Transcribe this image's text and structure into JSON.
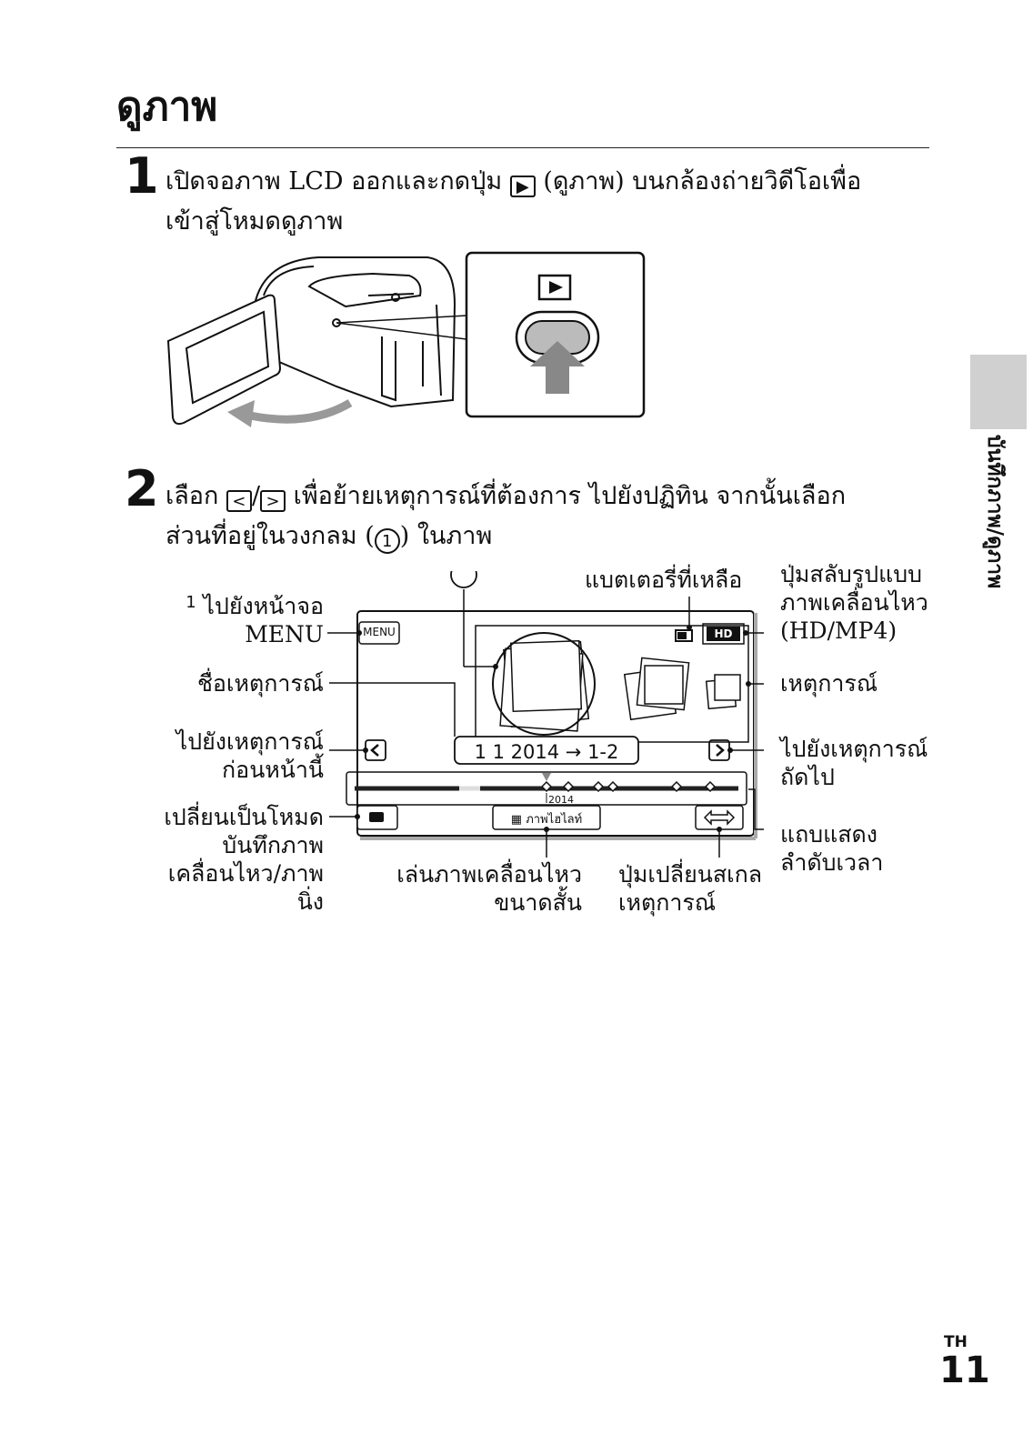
{
  "page": {
    "title": "ดูภาพ",
    "side_tab": "บันทึกภาพ/ดูภาพ",
    "page_code": "TH",
    "page_number": "11"
  },
  "step1": {
    "number": "1",
    "text_before": "เปิดจอภาพ LCD ออกและกดปุ่ม",
    "text_after": "(ดูภาพ) บนกล้องถ่ายวิดีโอเพื่อ",
    "line2": "เข้าสู่โหมดดูภาพ"
  },
  "step2": {
    "number": "2",
    "text_select": "เลือก",
    "text_mid": "เพื่อย้ายเหตุการณ์ที่ต้องการ ไปยังปฏิทิน จากนั้นเลือก",
    "line2_before": "ส่วนที่อยู่ในวงกลม (",
    "circle_num": "1",
    "line2_after": ") ในภาพ"
  },
  "screen": {
    "menu_button": "MENU",
    "date_range": "1 1 2014 → 1-2",
    "timeline_year": "2014",
    "highlight_button": "ภาพไฮไลท์",
    "hd_icon": "HD",
    "circle_marker": "1"
  },
  "labels": {
    "menu_line1": "ไปยังหน้าจอ",
    "menu_line2": "MENU",
    "event_name": "ชื่อเหตุการณ์",
    "prev_line1": "ไปยังเหตุการณ์",
    "prev_line2": "ก่อนหน้านี้",
    "mode_line1": "เปลี่ยนเป็นโหมด",
    "mode_line2": "บันทึกภาพ",
    "mode_line3": "เคลื่อนไหว/ภาพ",
    "mode_line4": "นิ่ง",
    "battery": "แบตเตอรี่ที่เหลือ",
    "format_line1": "ปุ่มสลับรูปแบบ",
    "format_line2": "ภาพเคลื่อนไหว",
    "format_line3": "(HD/MP4)",
    "events": "เหตุการณ์",
    "next_line1": "ไปยังเหตุการณ์",
    "next_line2": "ถัดไป",
    "timeline_line1": "แถบแสดง",
    "timeline_line2": "ลำดับเวลา",
    "highlight_line1": "เล่นภาพเคลื่อนไหว",
    "highlight_line2": "ขนาดสั้น",
    "scale_line1": "ปุ่มเปลี่ยนสเกล",
    "scale_line2": "เหตุการณ์"
  }
}
